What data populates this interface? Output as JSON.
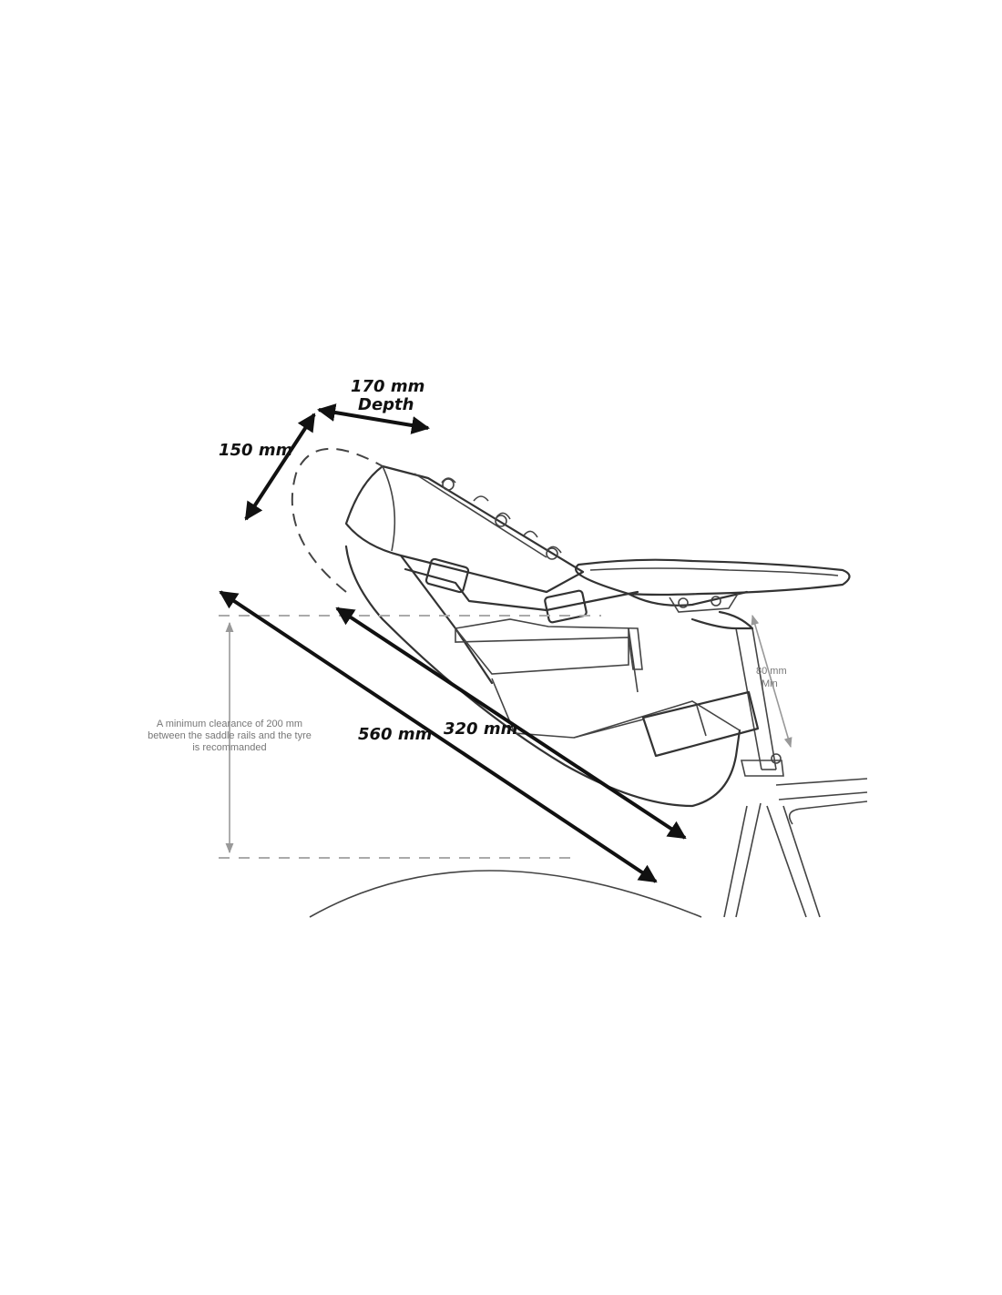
{
  "dimensions": {
    "depth_value": "170 mm",
    "depth_label": "Depth",
    "height_value": "150 mm",
    "max_length": "560 mm",
    "bag_length": "320 mm",
    "post_clearance_value": "80 mm",
    "post_clearance_label": "Min"
  },
  "clearance_note": {
    "line1": "A minimum clearance of 200 mm",
    "line2": "between the saddle rails and the tyre",
    "line3": "is recommanded"
  },
  "colors": {
    "line_art": "#333333",
    "dimension_arrows": "#111111",
    "guide_lines": "#aaaaaa",
    "note_text": "#777777"
  }
}
